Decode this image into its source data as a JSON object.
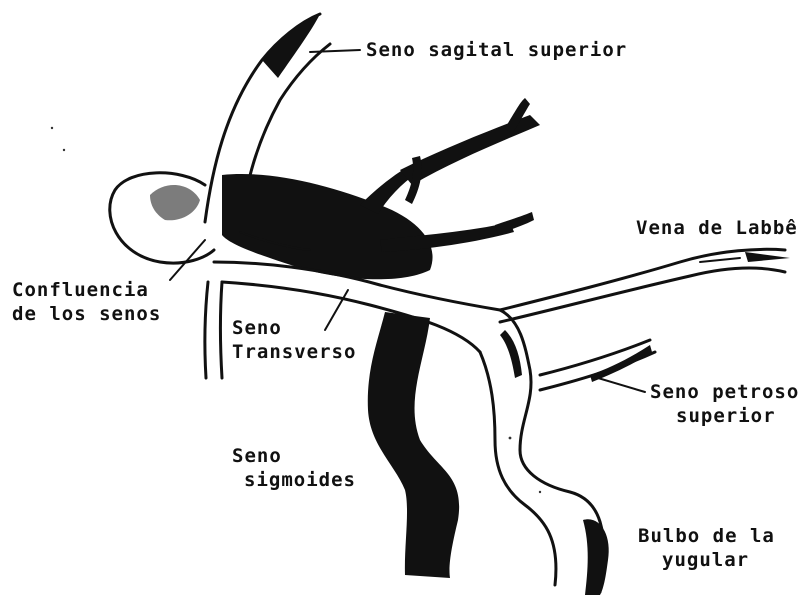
{
  "labels": {
    "seno_sagital_superior": "Seno sagital superior",
    "vena_de_labbe": "Vena de Labbê",
    "confluencia_1": "Confluencia",
    "confluencia_2": "de los senos",
    "seno_transverso_1": "Seno",
    "seno_transverso_2": "Transverso",
    "seno_petroso_1": "Seno petroso",
    "seno_petroso_2": "superior",
    "seno_sigmoides_1": "Seno",
    "seno_sigmoides_2": "sigmoides",
    "bulbo_1": "Bulbo de la",
    "bulbo_2": "yugular"
  },
  "colors": {
    "ink": "#111111",
    "paper": "#ffffff"
  }
}
